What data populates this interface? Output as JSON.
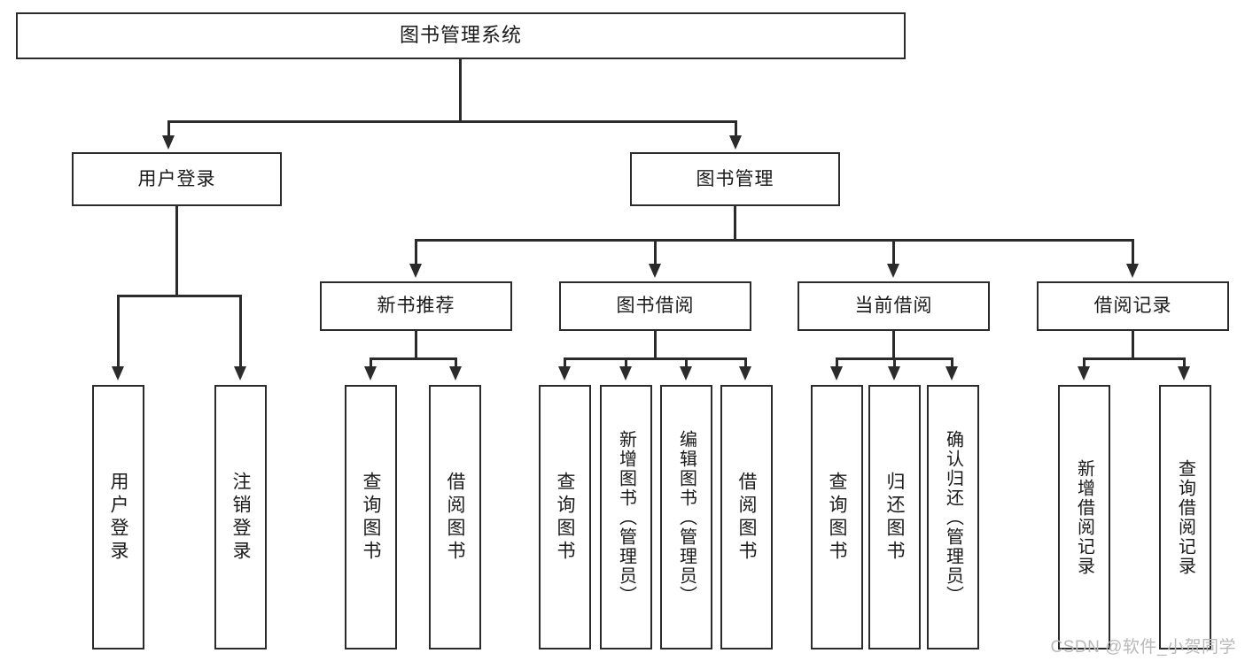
{
  "diagram": {
    "type": "tree-hierarchy",
    "title": "图书管理系统",
    "watermark": "CSDN @软件_小贺同学",
    "colors": {
      "stroke": "#2b2b2b",
      "fill": "#ffffff",
      "text": "#1a1a1a",
      "watermark": "#b9b9b9"
    },
    "nodes": {
      "root": {
        "label": "图书管理系统",
        "level": 0
      },
      "l1": [
        {
          "id": "user-login",
          "label": "用户登录",
          "level": 1
        },
        {
          "id": "book-manage",
          "label": "图书管理",
          "level": 1
        }
      ],
      "l2": [
        {
          "id": "new-book-recommend",
          "label": "新书推荐",
          "level": 2,
          "parent": "book-manage"
        },
        {
          "id": "book-borrow",
          "label": "图书借阅",
          "level": 2,
          "parent": "book-manage"
        },
        {
          "id": "current-borrow",
          "label": "当前借阅",
          "level": 2,
          "parent": "book-manage"
        },
        {
          "id": "borrow-record",
          "label": "借阅记录",
          "level": 2,
          "parent": "book-manage"
        }
      ],
      "leaves": [
        {
          "id": "leaf-user-login",
          "label": "用户登录",
          "parent": "user-login"
        },
        {
          "id": "leaf-user-logout",
          "label": "注销登录",
          "parent": "user-login"
        },
        {
          "id": "leaf-query-book-1",
          "label": "查询图书",
          "parent": "new-book-recommend"
        },
        {
          "id": "leaf-borrow-book-1",
          "label": "借阅图书",
          "parent": "new-book-recommend"
        },
        {
          "id": "leaf-query-book-2",
          "label": "查询图书",
          "parent": "book-borrow"
        },
        {
          "id": "leaf-add-book",
          "label": "新增图书（管理员）",
          "parent": "book-borrow"
        },
        {
          "id": "leaf-edit-book",
          "label": "编辑图书（管理员）",
          "parent": "book-borrow"
        },
        {
          "id": "leaf-borrow-book-2",
          "label": "借阅图书",
          "parent": "book-borrow"
        },
        {
          "id": "leaf-query-book-3",
          "label": "查询图书",
          "parent": "current-borrow"
        },
        {
          "id": "leaf-return-book",
          "label": "归还图书",
          "parent": "current-borrow"
        },
        {
          "id": "leaf-confirm-return",
          "label": "确认归还（管理员）",
          "parent": "current-borrow"
        },
        {
          "id": "leaf-add-record",
          "label": "新增借阅记录",
          "parent": "borrow-record"
        },
        {
          "id": "leaf-query-record",
          "label": "查询借阅记录",
          "parent": "borrow-record"
        }
      ]
    }
  }
}
